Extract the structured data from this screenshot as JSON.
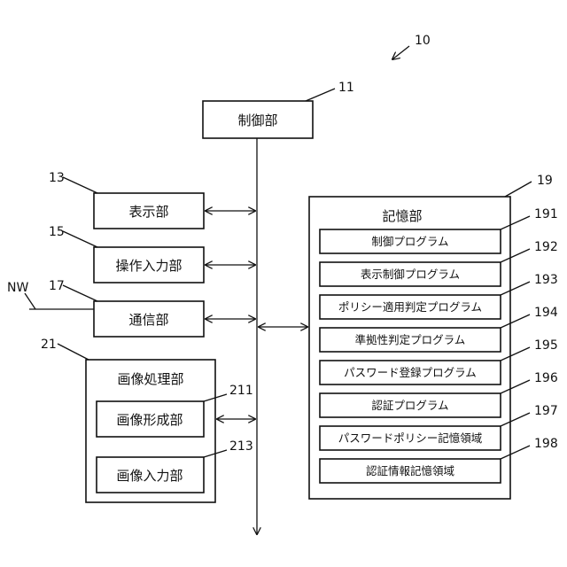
{
  "figure_ref": "10",
  "controller": {
    "ref": "11",
    "label": "制御部"
  },
  "display": {
    "ref": "13",
    "label": "表示部"
  },
  "operation_input": {
    "ref": "15",
    "label": "操作入力部"
  },
  "communication": {
    "ref": "17",
    "label": "通信部"
  },
  "network": {
    "ref": "NW"
  },
  "image_processing": {
    "ref": "21",
    "label": "画像処理部",
    "image_forming": {
      "ref": "211",
      "label": "画像形成部"
    },
    "image_input": {
      "ref": "213",
      "label": "画像入力部"
    }
  },
  "storage": {
    "ref": "19",
    "label": "記憶部",
    "items": [
      {
        "ref": "191",
        "label": "制御プログラム"
      },
      {
        "ref": "192",
        "label": "表示制御プログラム"
      },
      {
        "ref": "193",
        "label": "ポリシー適用判定プログラム"
      },
      {
        "ref": "194",
        "label": "準拠性判定プログラム"
      },
      {
        "ref": "195",
        "label": "パスワード登録プログラム"
      },
      {
        "ref": "196",
        "label": "認証プログラム"
      },
      {
        "ref": "197",
        "label": "パスワードポリシー記憶領域"
      },
      {
        "ref": "198",
        "label": "認証情報記憶領域"
      }
    ]
  }
}
